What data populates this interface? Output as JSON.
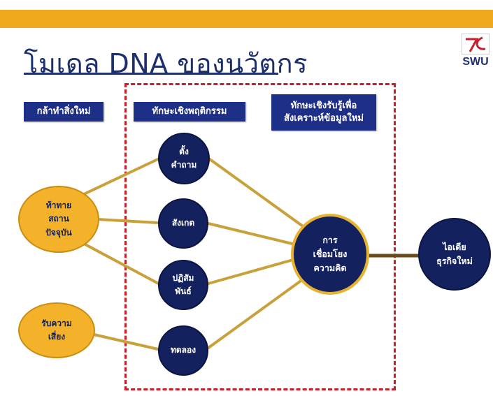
{
  "slide": {
    "title": "โมเดล DNA ของนวัตกร",
    "logo_text": "SWU"
  },
  "labels": {
    "courage": "กล้าทำสิ่งใหม่",
    "behavior_skills": "ทักษะเชิงพฤติกรรม",
    "cognitive_skills": "ทักษะเชิงรับรู้เพื่อ\nสังเคราะห์ข้อมูลใหม่"
  },
  "nodes": {
    "challenge": "ท้าทาย\nสถาน\nปัจจุบัน",
    "risk": "รับความ\nเสี่ยง",
    "questioning": "ตั้ง\nคำถาม",
    "observing": "สังเกต",
    "networking": "ปฏิสัม\nพันธ์",
    "experimenting": "ทดลอง",
    "associating": "การ\nเชื่อมโยง\nความคิด",
    "new_idea": "ไอเดีย\nธุรกิจใหม่"
  },
  "colors": {
    "navy": "#13215e",
    "gold": "#f3b22a",
    "accent_bar": "#f0a81c",
    "dashed_frame": "#c8202a",
    "connector": "#c9a13a"
  }
}
